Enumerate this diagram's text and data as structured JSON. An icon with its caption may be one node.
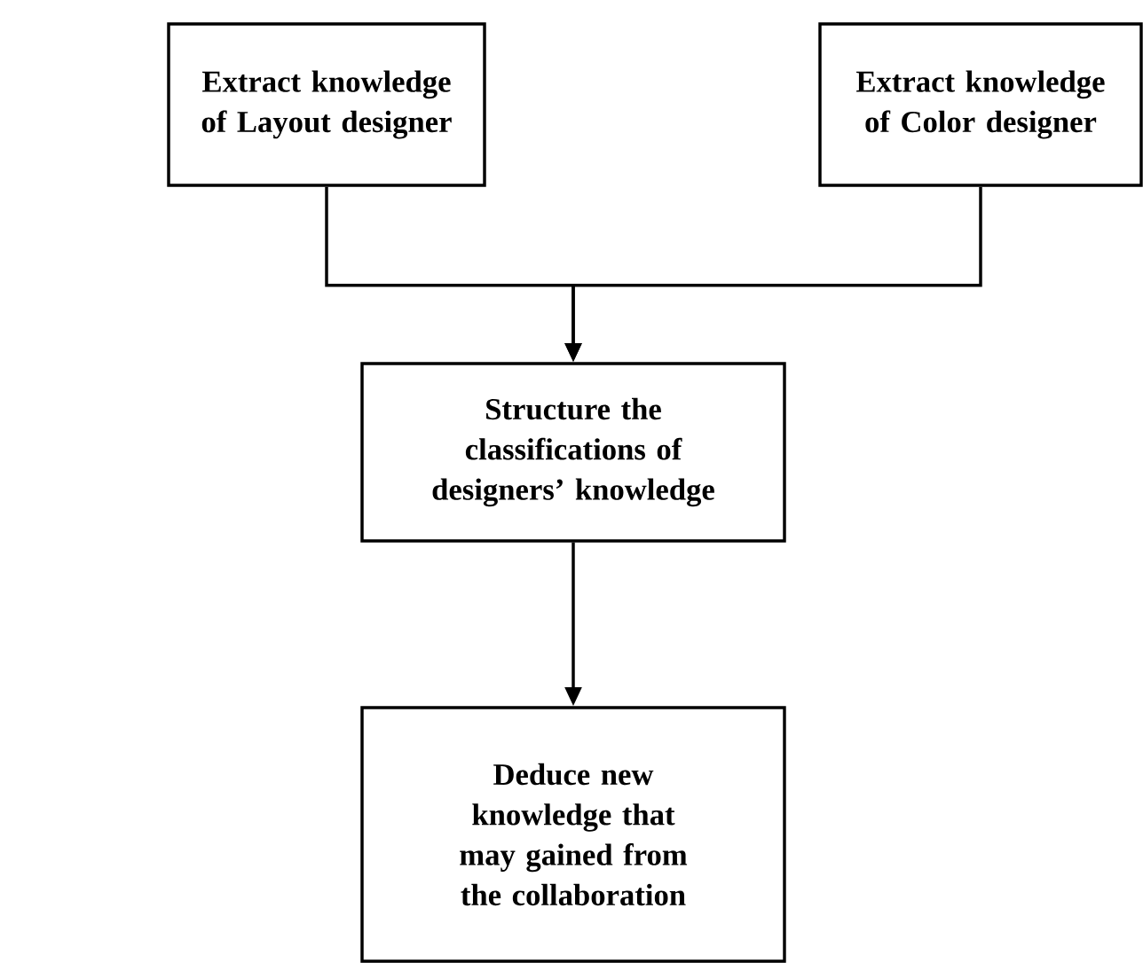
{
  "diagram": {
    "nodes": [
      {
        "text": [
          "Extract knowledge of Layout designer"
        ]
      },
      {
        "text": [
          "Extract knowledge of Color designer"
        ]
      },
      {
        "text": [
          "Structure the classifications of designers’ knowledge"
        ]
      },
      {
        "text": [
          "Deduce new knowledge that may gained from the collaboration"
        ]
      }
    ],
    "edges": [
      {
        "from": 0,
        "to": 2,
        "arrow": "to"
      },
      {
        "from": 1,
        "to": 2,
        "arrow": "to"
      },
      {
        "from": 2,
        "to": 3,
        "arrow": "to"
      }
    ]
  }
}
